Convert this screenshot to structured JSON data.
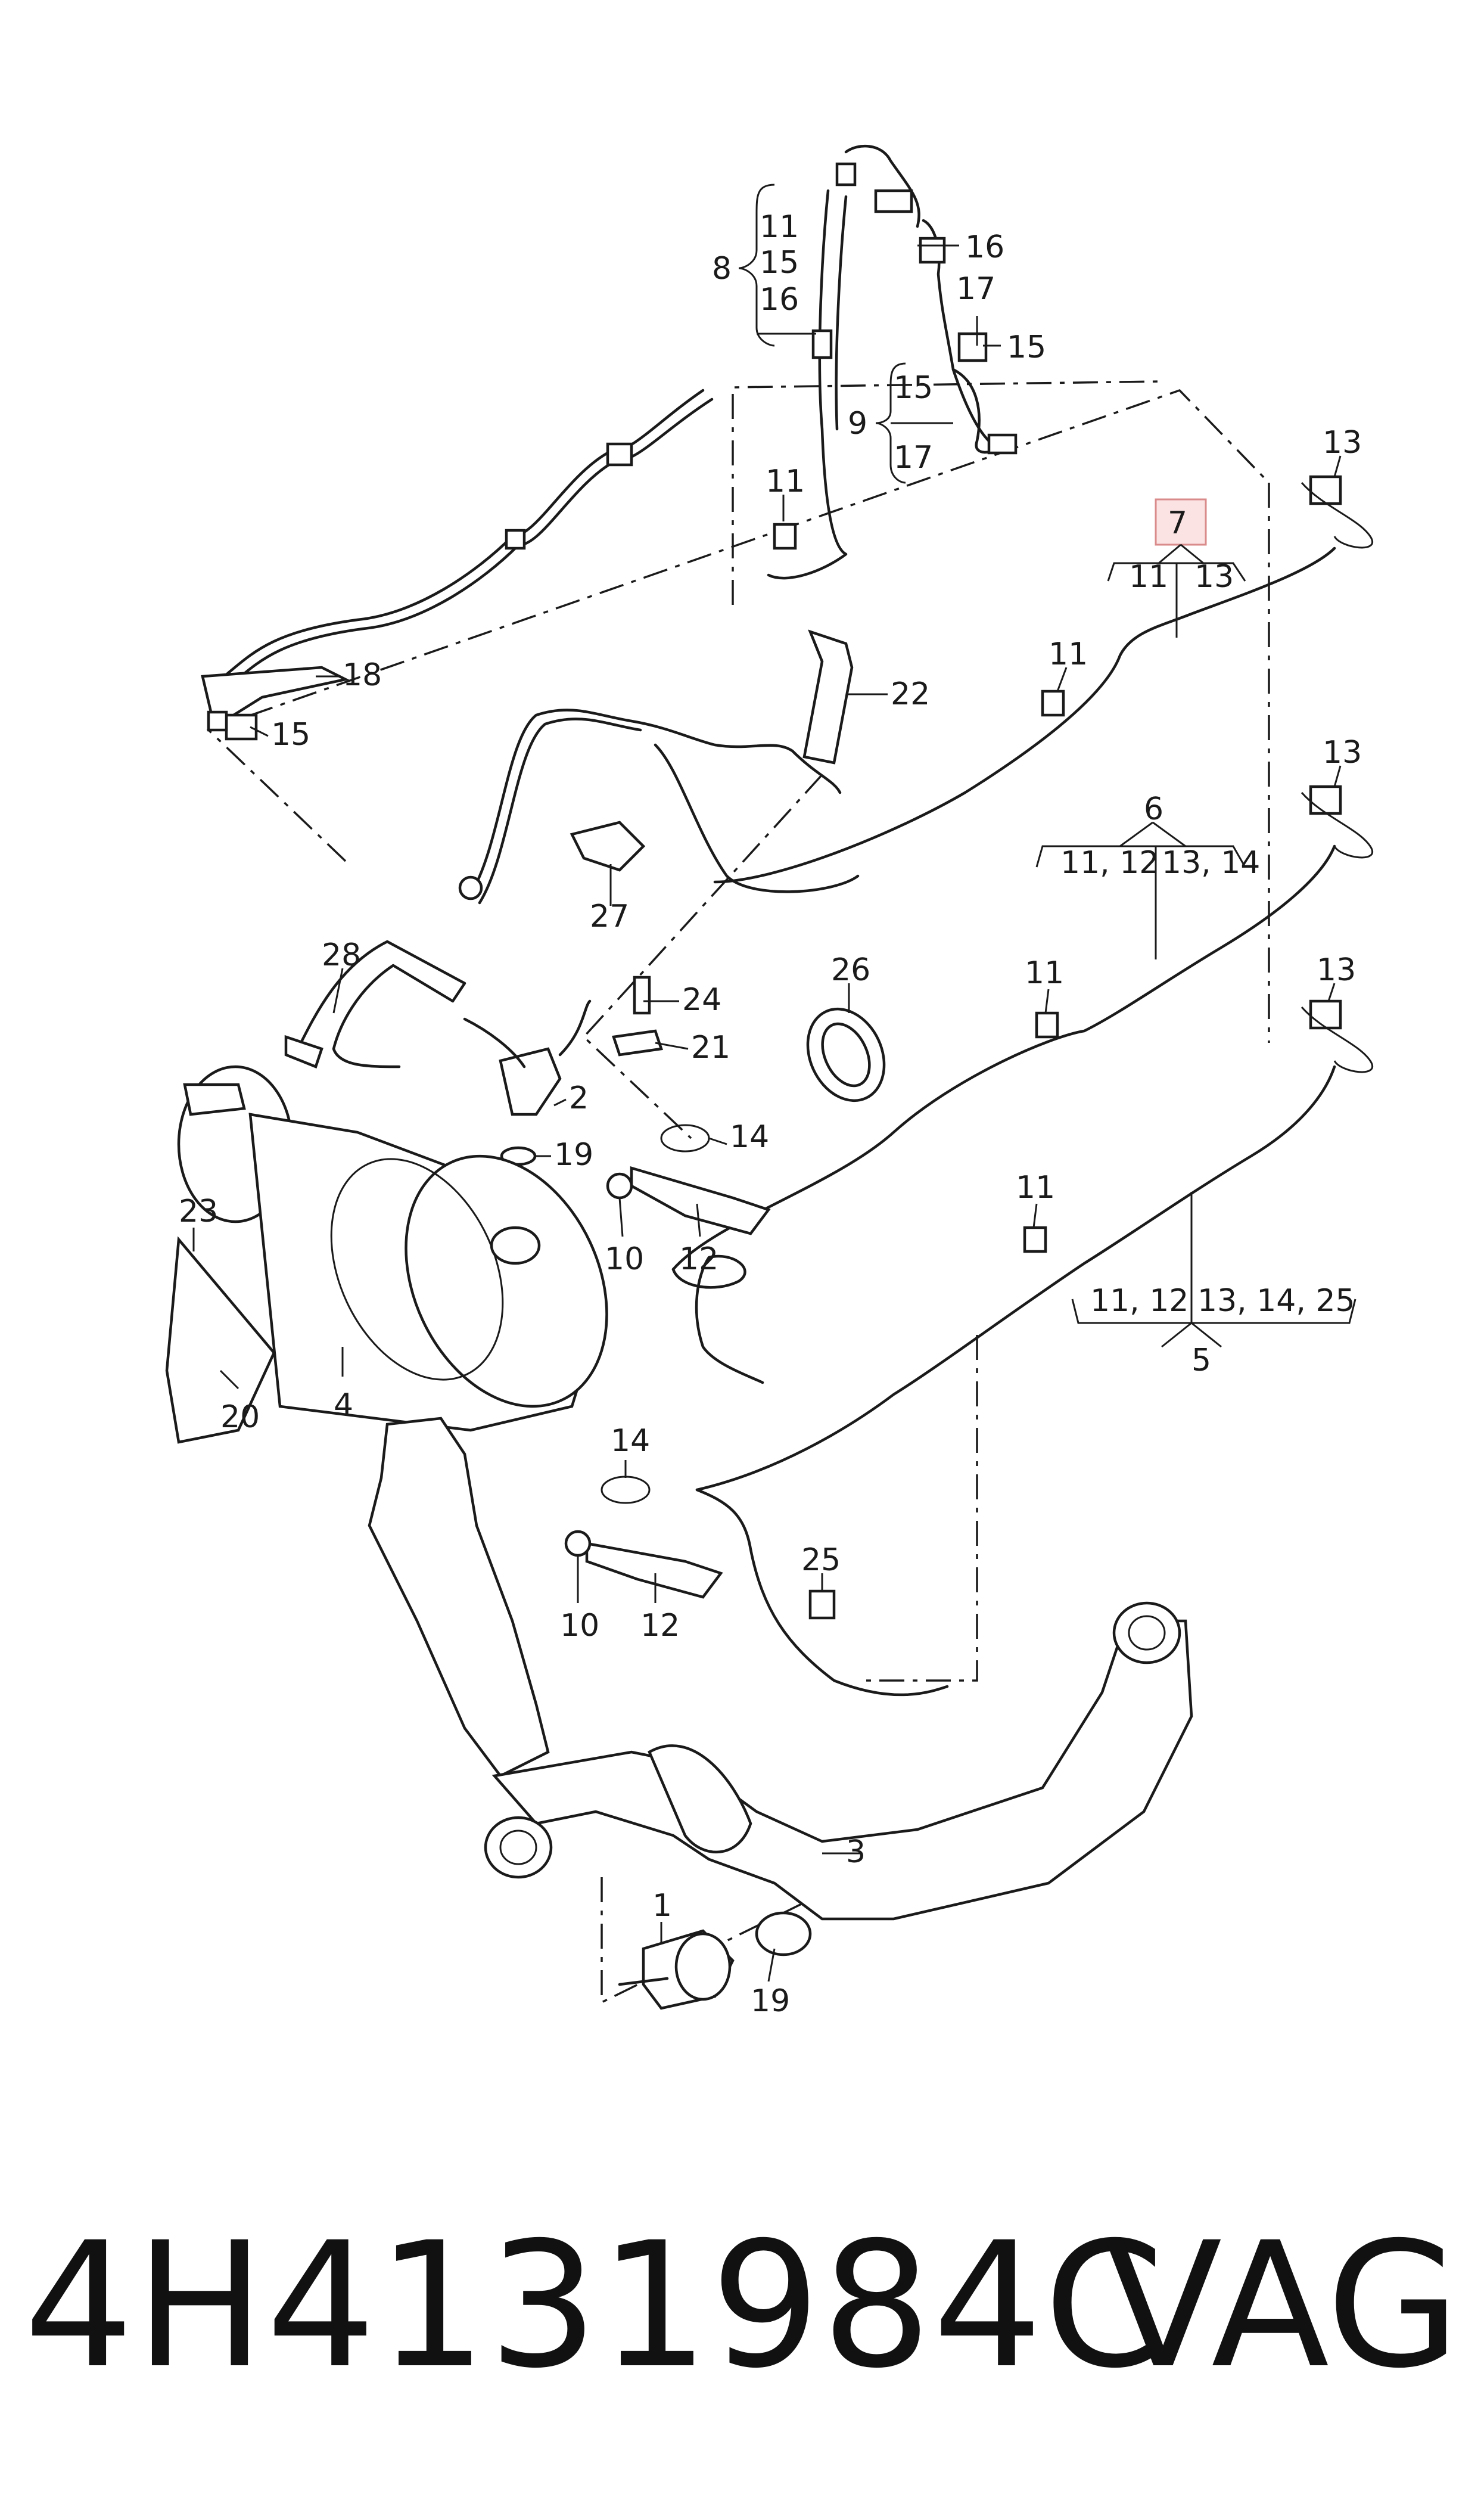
{
  "labels": {
    "p1": "1",
    "p2": "2",
    "p3": "3",
    "p4": "4",
    "p5": "5",
    "p6": "6",
    "p7": "7",
    "p8": "8",
    "p9": "9",
    "p10": "10",
    "p11": "11",
    "p12": "12",
    "p13": "13",
    "p14": "14",
    "p15": "15",
    "p16": "16",
    "p17": "17",
    "p18": "18",
    "p19": "19",
    "p20": "20",
    "p21": "21",
    "p22": "22",
    "p23": "23",
    "p24": "24",
    "p25": "25",
    "p26": "26",
    "p27": "27",
    "p28": "28",
    "g7a": "11",
    "g7b": "13",
    "g6a": "11, 12",
    "g6b": "13, 14",
    "g5a": "11, 12",
    "g5b": "13, 14, 25"
  },
  "highlight": {
    "part": "7",
    "color": "#fbe3e3"
  },
  "footer": {
    "part_number": "4H4131984C",
    "brand": "VAG"
  }
}
